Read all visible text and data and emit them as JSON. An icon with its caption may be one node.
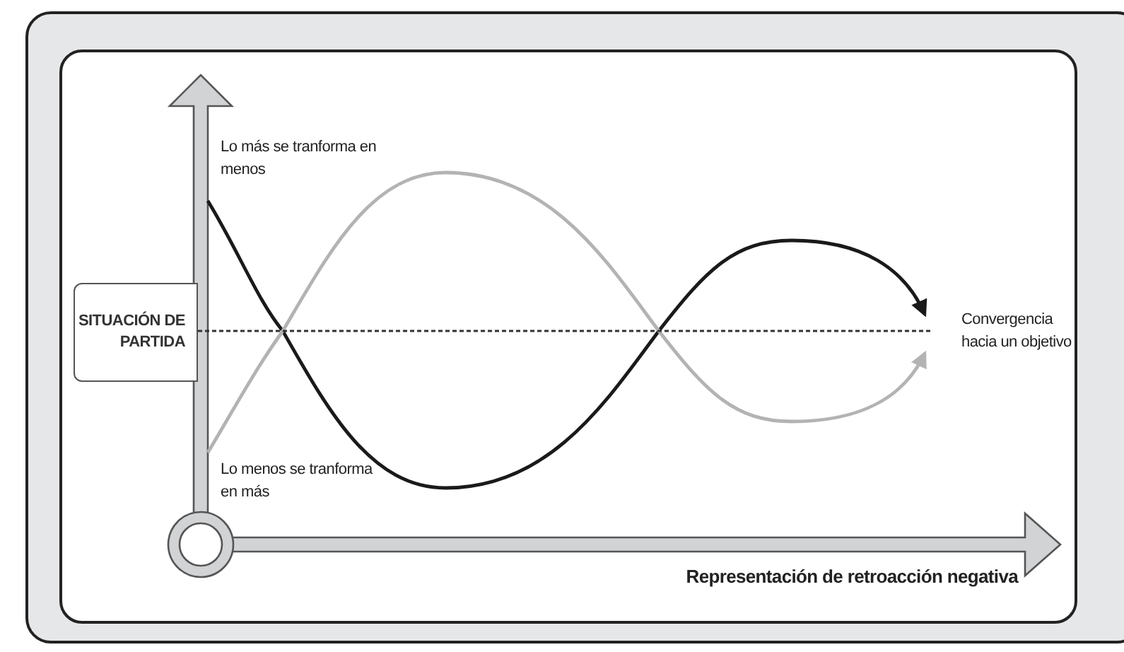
{
  "diagram": {
    "nodes": [
      {
        "text": [
          "SITUACIÓN DE PARTIDA"
        ]
      },
      {
        "text": [
          "Lo más se tranforma en menos"
        ]
      },
      {
        "text": [
          "Lo menos se tranforma en más"
        ]
      },
      {
        "text": [
          "Convergencia hacia un objetivo"
        ]
      }
    ],
    "edges": [
      {
        "from": 1,
        "to": 3,
        "arrow": "to",
        "color": "#1a1a1a"
      },
      {
        "from": 2,
        "to": 3,
        "arrow": "to",
        "color": "#b3b3b3"
      },
      {
        "from": 0,
        "to": 3,
        "arrow": "none",
        "style": "dashed",
        "color": "#333333"
      }
    ],
    "labels": [
      "Representación de retroacción negativa"
    ]
  }
}
